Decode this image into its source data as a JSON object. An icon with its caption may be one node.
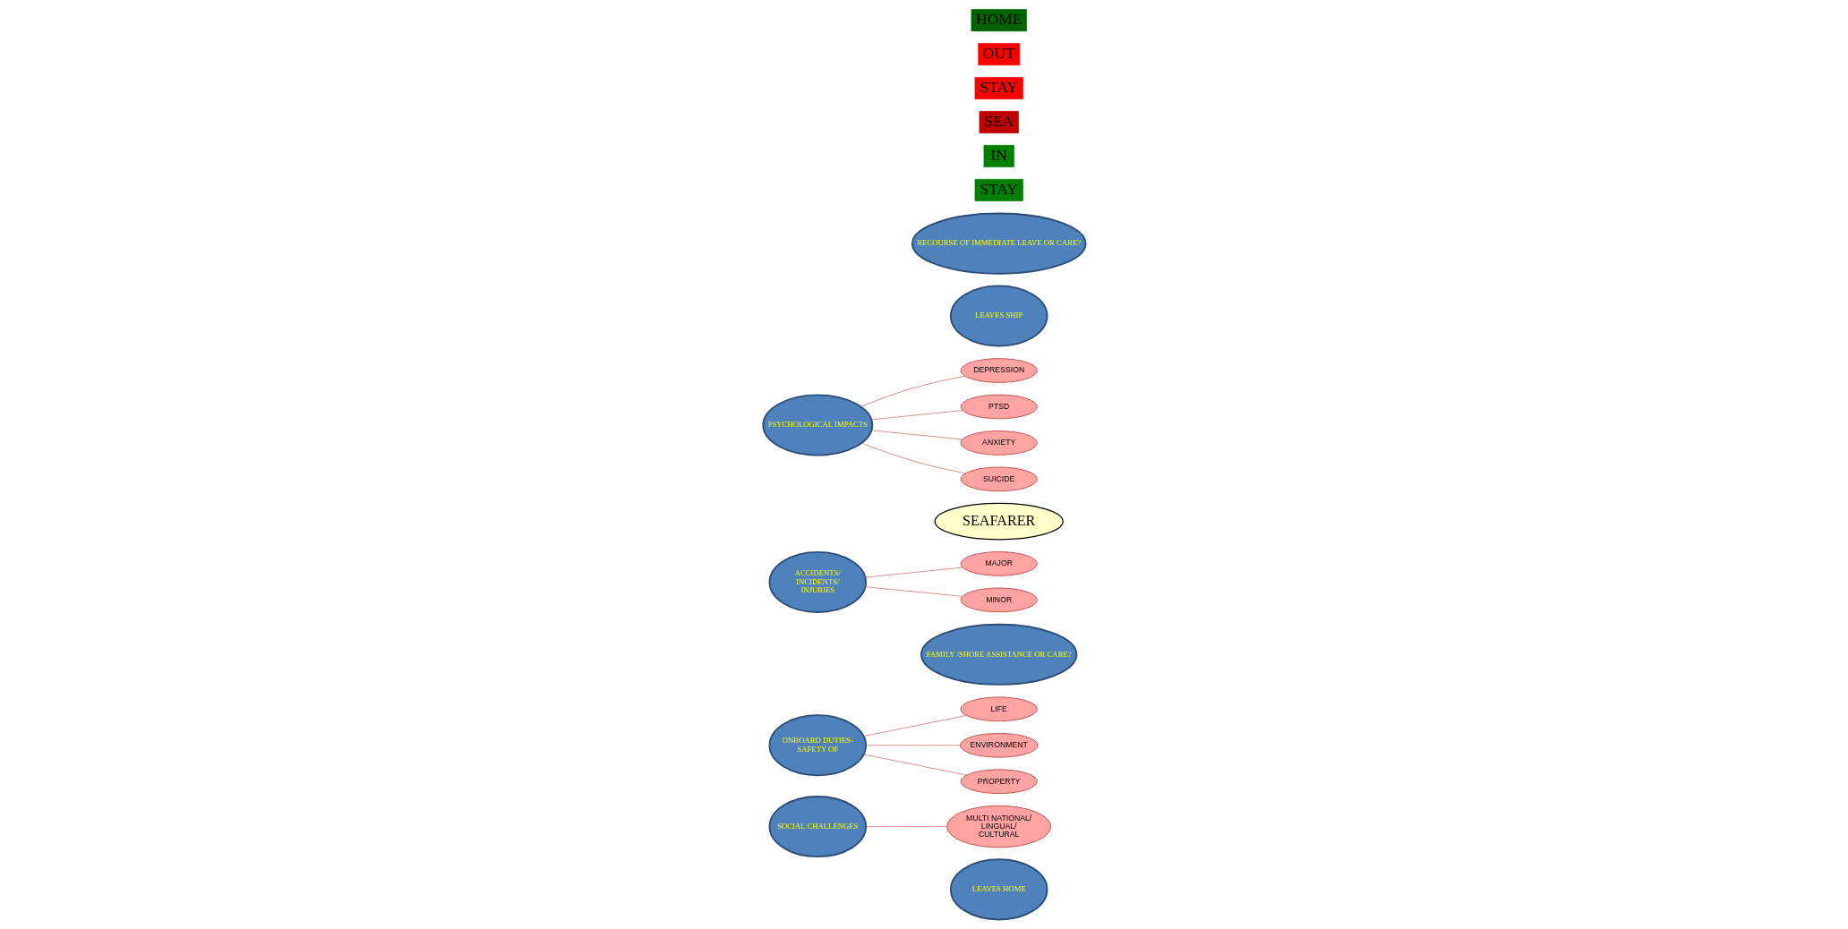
{
  "diagram": {
    "nodes": [
      {
        "text": [
          "LEAVES HOME"
        ]
      },
      {
        "text": [
          "SOCIAL CHALLENGES"
        ]
      },
      {
        "text": [
          "MULTI NATIONAL/ LINGUAL/ CULTURAL"
        ]
      },
      {
        "text": [
          "LIFE"
        ]
      },
      {
        "text": [
          "ONBOARD DUTIES- SAFETY OF"
        ]
      },
      {
        "text": [
          "ENVIRONMENT"
        ]
      },
      {
        "text": [
          "PROPERTY"
        ]
      },
      {
        "text": [
          "FAMILY /SHORE ASSISTANCE OR CARE?"
        ]
      },
      {
        "text": [
          "MAJOR"
        ]
      },
      {
        "text": [
          "ACCIDENTS/ INCIDENTS/ INJURIES"
        ]
      },
      {
        "text": [
          "SEAFARER"
        ]
      },
      {
        "text": [
          "MINOR"
        ]
      },
      {
        "text": [
          "DEPRESSION"
        ]
      },
      {
        "text": [
          "PSYCHOLOGICAL IMPACTS"
        ]
      },
      {
        "text": [
          "PTSD"
        ]
      },
      {
        "text": [
          "ANXIETY"
        ]
      },
      {
        "text": [
          "SUICIDE"
        ]
      },
      {
        "text": [
          "LEAVES SHIP"
        ]
      },
      {
        "text": [
          "RECOURSE OF IMMEDIATE LEAVE OR CARE?"
        ]
      }
    ],
    "edges": [
      {
        "from": 2,
        "to": 1,
        "arrow": "none"
      },
      {
        "from": 3,
        "to": 4,
        "arrow": "none"
      },
      {
        "from": 5,
        "to": 4,
        "arrow": "none"
      },
      {
        "from": 6,
        "to": 4,
        "arrow": "none"
      },
      {
        "from": 8,
        "to": 9,
        "arrow": "none"
      },
      {
        "from": 11,
        "to": 9,
        "arrow": "none"
      },
      {
        "from": 12,
        "to": 13,
        "arrow": "none"
      },
      {
        "from": 14,
        "to": 13,
        "arrow": "none"
      },
      {
        "from": 15,
        "to": 13,
        "arrow": "none"
      },
      {
        "from": 16,
        "to": 13,
        "arrow": "none"
      }
    ],
    "labels": [
      "STAY",
      "IN",
      "SEA",
      "STAY",
      "OUT",
      "HOME"
    ]
  }
}
